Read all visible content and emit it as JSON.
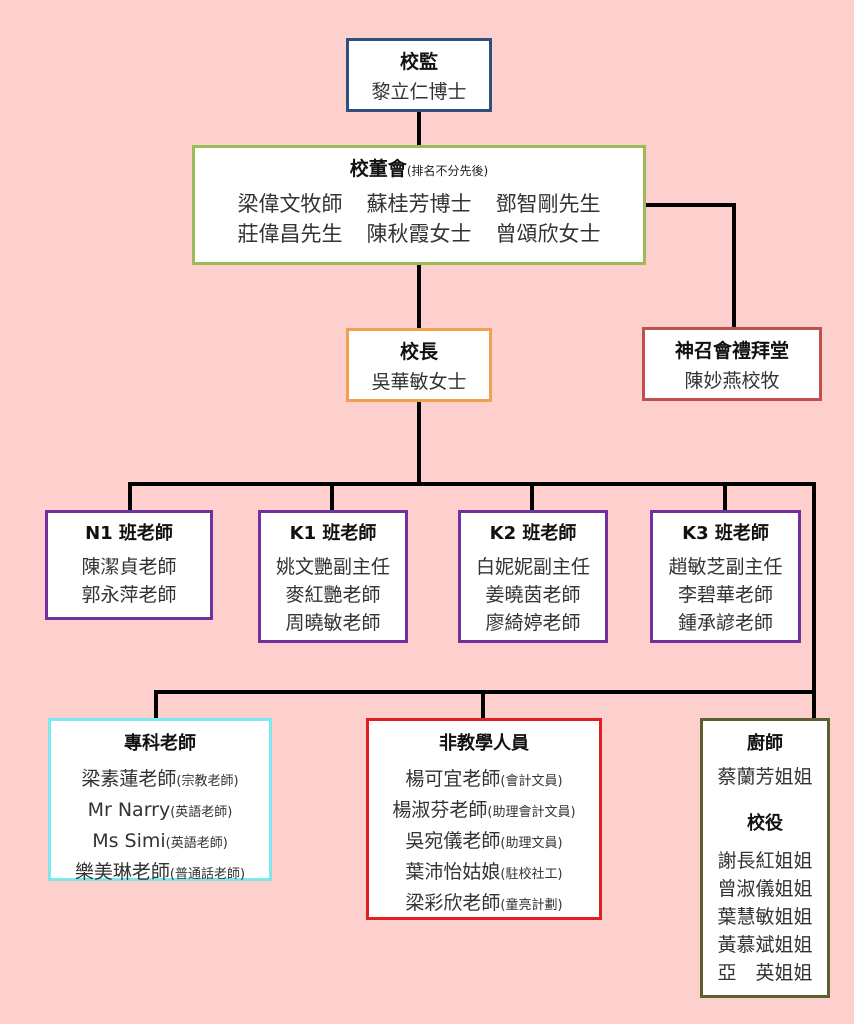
{
  "supervisor": {
    "title": "校監",
    "name": "黎立仁博士"
  },
  "board": {
    "title": "校董會",
    "note": "(排名不分先後)",
    "members": [
      [
        "梁偉文牧師",
        "蘇桂芳博士",
        "鄧智剛先生"
      ],
      [
        "莊偉昌先生",
        "陳秋霞女士",
        "曾頌欣女士"
      ]
    ]
  },
  "principal": {
    "title": "校長",
    "name": "吳華敏女士"
  },
  "church": {
    "title": "神召會禮拜堂",
    "name": "陳妙燕校牧"
  },
  "classes": [
    {
      "title": "N1 班老師",
      "names": [
        "陳潔貞老師",
        "郭永萍老師"
      ]
    },
    {
      "title": "K1 班老師",
      "names": [
        "姚文艷副主任",
        "麥紅艷老師",
        "周曉敏老師"
      ]
    },
    {
      "title": "K2 班老師",
      "names": [
        "白妮妮副主任",
        "姜曉茵老師",
        "廖綺婷老師"
      ]
    },
    {
      "title": "K3 班老師",
      "names": [
        "趙敏芝副主任",
        "李碧華老師",
        "鍾承諺老師"
      ]
    }
  ],
  "specialist": {
    "title": "專科老師",
    "items": [
      {
        "name": "梁素蓮老師",
        "role": "(宗教老師)"
      },
      {
        "name": "Mr Narry",
        "role": "(英語老師)"
      },
      {
        "name": "Ms Simi",
        "role": "(英語老師)"
      },
      {
        "name": "樂美琳老師",
        "role": "(普通話老師)"
      }
    ]
  },
  "nonteaching": {
    "title": "非教學人員",
    "items": [
      {
        "name": "楊可宜老師",
        "role": "(會計文員)"
      },
      {
        "name": "楊淑芬老師",
        "role": "(助理會計文員)"
      },
      {
        "name": "吳宛儀老師",
        "role": "(助理文員)"
      },
      {
        "name": "葉沛怡姑娘",
        "role": "(駐校社工)"
      },
      {
        "name": "梁彩欣老師",
        "role": "(童亮計劃)"
      }
    ]
  },
  "kitchen": {
    "cook_title": "廚師",
    "cooks": [
      "蔡蘭芳姐姐"
    ],
    "janitor_title": "校役",
    "janitors": [
      "謝長紅姐姐",
      "曾淑儀姐姐",
      "葉慧敏姐姐",
      "黃慕斌姐姐",
      "亞　英姐姐"
    ]
  },
  "colors": {
    "background": "#fdd0cd",
    "supervisor_border": "#2f4f7f",
    "board_border": "#9bbb59",
    "principal_border": "#f0a050",
    "church_border": "#c0504d",
    "class_border": "#7030a0",
    "specialist_border": "#7ee8f0",
    "nonteaching_border": "#e02020",
    "kitchen_border": "#5a6030"
  }
}
